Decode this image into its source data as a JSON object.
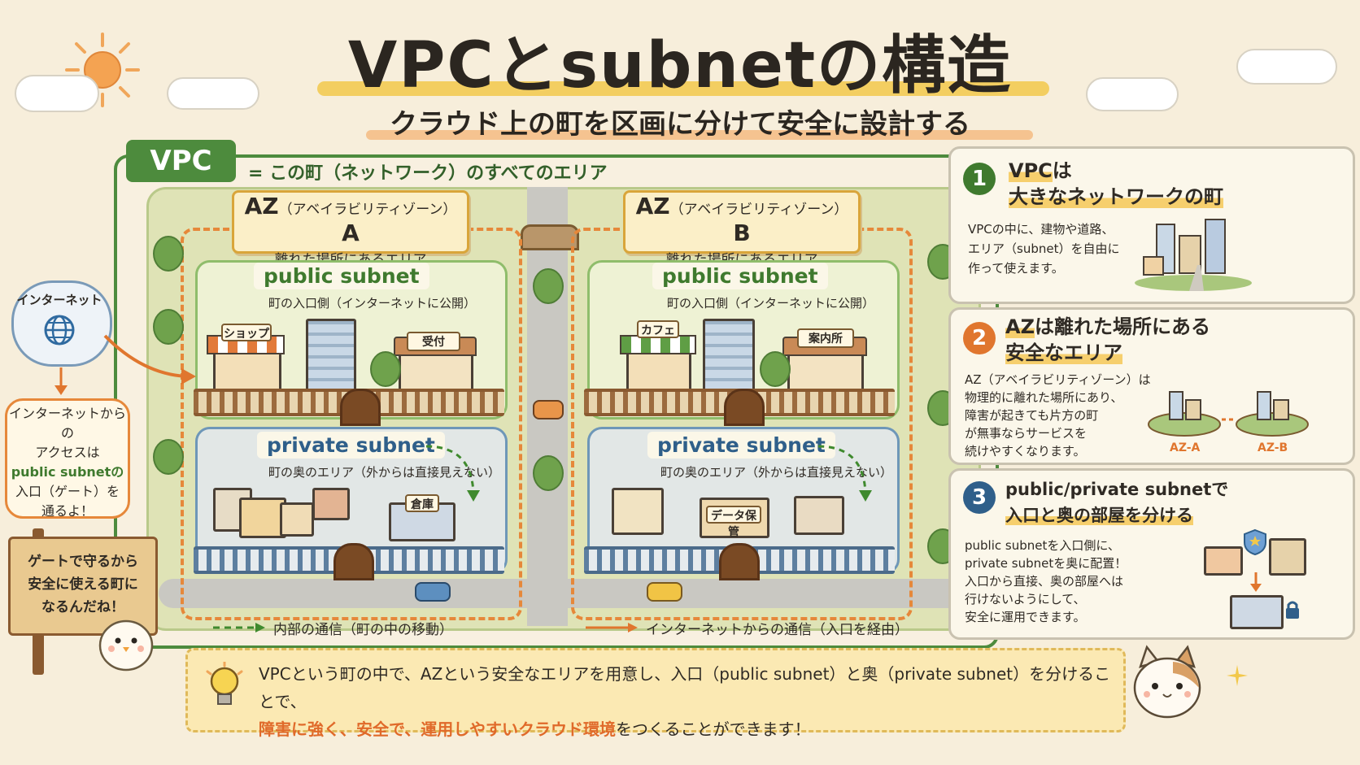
{
  "title": "VPCとsubnetの構造",
  "subtitle": "クラウド上の町を区画に分けて安全に設計する",
  "vpc": {
    "tag": "VPC",
    "description": "= この町（ネットワーク）のすべてのエリア"
  },
  "internet": {
    "label": "インターネット",
    "note_lines": [
      "インターネットからの",
      "アクセスは",
      "public subnetの",
      "入口（ゲート）を",
      "通るよ！"
    ]
  },
  "signpost_lines": [
    "ゲートで守るから",
    "安全に使える町に",
    "なるんだね！"
  ],
  "az_a": {
    "name": "AZ",
    "paren": "（アベイラビリティゾーン）",
    "letter": "A",
    "desc": "離れた場所にあるエリア",
    "public_title": "public subnet",
    "public_desc": "町の入口側（インターネットに公開）",
    "private_title": "private subnet",
    "private_desc": "町の奥のエリア（外からは直接見えない）",
    "signs": [
      "ショップ",
      "受付",
      "倉庫"
    ]
  },
  "az_b": {
    "name": "AZ",
    "paren": "（アベイラビリティゾーン）",
    "letter": "B",
    "desc": "離れた場所にあるエリア",
    "public_title": "public subnet",
    "public_desc": "町の入口側（インターネットに公開）",
    "private_title": "private subnet",
    "private_desc": "町の奥のエリア（外からは直接見えない）",
    "signs": [
      "カフェ",
      "案内所",
      "データ保管"
    ]
  },
  "legend": {
    "internal": "内部の通信（町の中の移動）",
    "external": "インターネットからの通信（入口を経由）"
  },
  "cards": [
    {
      "num": "1",
      "title_a": "VPC",
      "title_a_suffix": "は",
      "title_b": "大きなネットワークの町",
      "text": [
        "VPCの中に、建物や道路、",
        "エリア（subnet）を自由に",
        "作って使えます。"
      ]
    },
    {
      "num": "2",
      "title_a": "AZ",
      "title_a_suffix": "は離れた場所にある",
      "title_b": "安全なエリア",
      "text": [
        "AZ（アベイラビリティゾーン）は",
        "物理的に離れた場所にあり、",
        "障害が起きても片方の町",
        "が無事ならサービスを",
        "続けやすくなります。"
      ],
      "labels": [
        "AZ-A",
        "AZ-B"
      ]
    },
    {
      "num": "3",
      "title_a": "public/private subnet",
      "title_a_suffix": "で",
      "title_b": "入口と奥の部屋を分ける",
      "text": [
        "public subnetを入口側に、",
        "private subnetを奥に配置！",
        "入口から直接、奥の部屋へは",
        "行けないようにして、",
        "安全に運用できます。"
      ]
    }
  ],
  "bottom": {
    "line1": "VPCという町の中で、AZという安全なエリアを用意し、入口（public subnet）と奥（private subnet）を分けることで、",
    "line2_orange": "障害に強く、安全で、運用しやすいクラウド環境",
    "line2_rest": "をつくることができます！"
  },
  "colors": {
    "vpc_green": "#4d8b3d",
    "az_orange": "#e6883a",
    "public_green": "#8fbd6b",
    "private_blue": "#6e97b8",
    "card1": "#3f7a2e",
    "card2": "#e0762e",
    "card3": "#2f5f8a"
  }
}
